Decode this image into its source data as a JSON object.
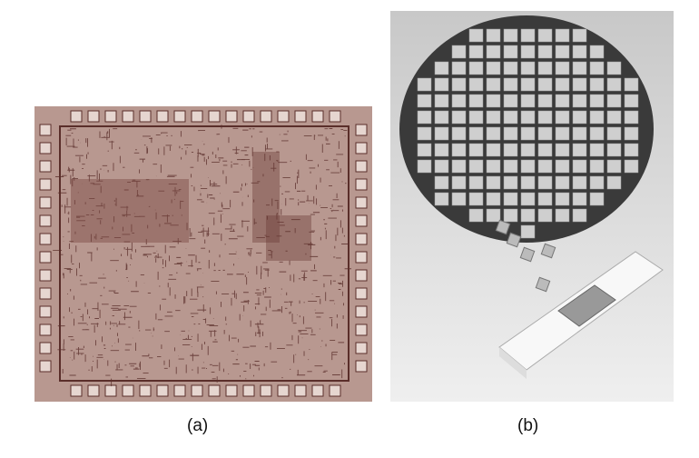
{
  "figure": {
    "panels": [
      {
        "label": "(a)",
        "image": "integrated-circuit-die-micrograph"
      },
      {
        "label": "(b)",
        "image": "silicon-wafer-with-chips-and-packaged-ic"
      }
    ]
  },
  "colors": {
    "die": "#b89890",
    "circuitry": "#5a2e2a",
    "photo_background": "#d8d8d8",
    "wafer": "#3a3a3a"
  }
}
